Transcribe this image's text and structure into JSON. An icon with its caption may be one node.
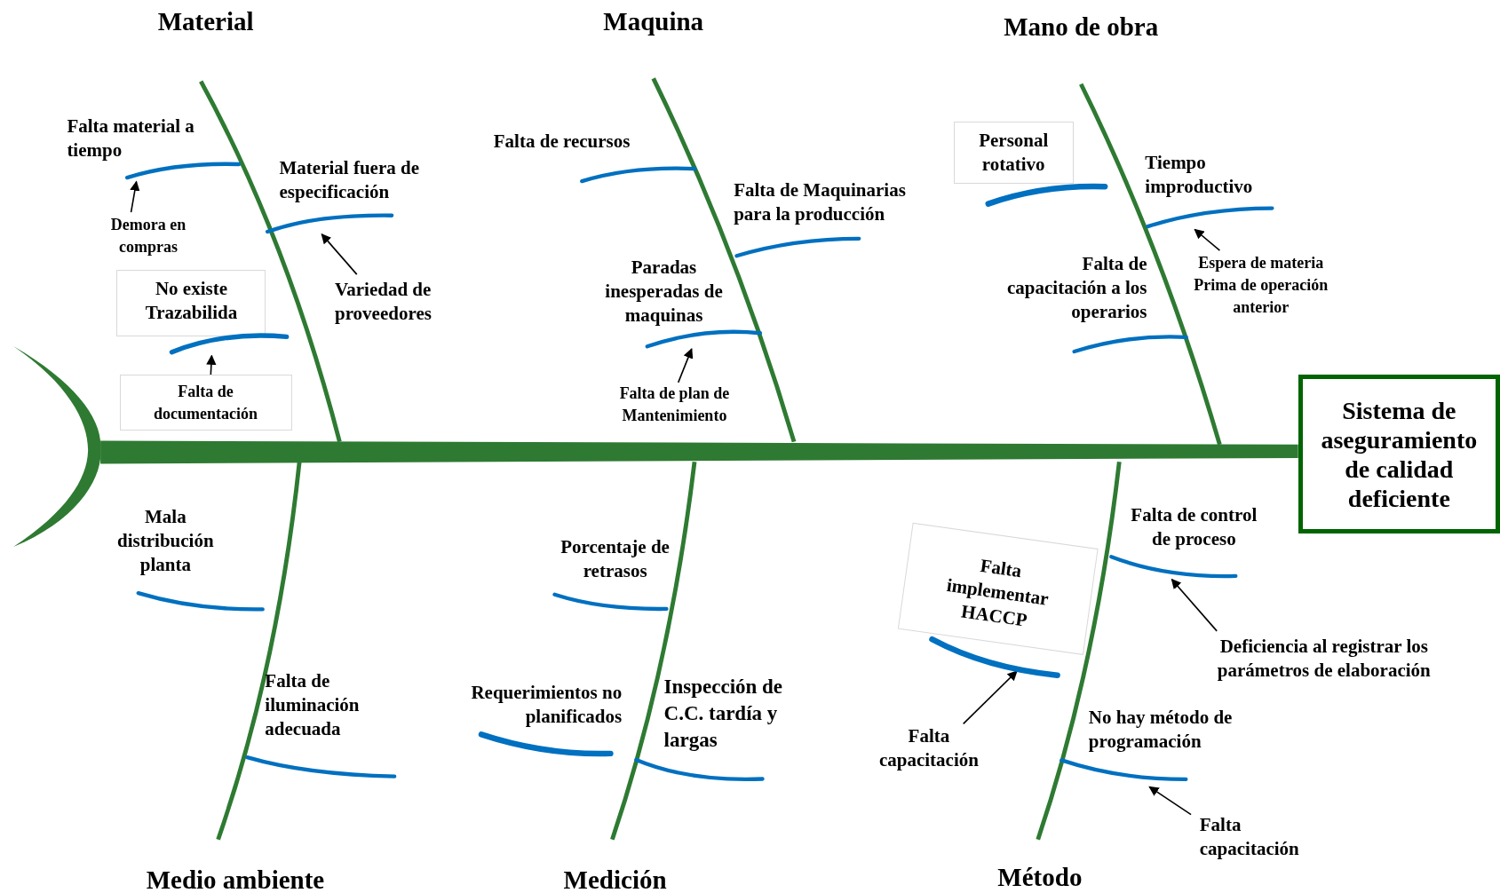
{
  "diagram": {
    "nodes": [
      {
        "text": [
          "Sistema de aseguramiento de calidad deficiente"
        ]
      },
      {
        "text": [
          "Falta material a tiempo"
        ]
      },
      {
        "text": [
          "Demora en compras"
        ]
      },
      {
        "text": [
          "Material fuera de especificación"
        ]
      },
      {
        "text": [
          "Variedad de proveedores"
        ]
      },
      {
        "text": [
          "No existe Trazabilida"
        ]
      },
      {
        "text": [
          "Falta de documentación"
        ]
      },
      {
        "text": [
          "Falta de recursos"
        ]
      },
      {
        "text": [
          "Falta de Maquinarias para la producción"
        ]
      },
      {
        "text": [
          "Paradas inesperadas de maquinas"
        ]
      },
      {
        "text": [
          "Falta de plan de Mantenimiento"
        ]
      },
      {
        "text": [
          "Personal rotativo"
        ]
      },
      {
        "text": [
          "Tiempo improductivo"
        ]
      },
      {
        "text": [
          "Espera de materia Prima de operación anterior"
        ]
      },
      {
        "text": [
          "Falta de capacitación a los operarios"
        ]
      },
      {
        "text": [
          "Mala distribución planta"
        ]
      },
      {
        "text": [
          "Falta de iluminación adecuada"
        ]
      },
      {
        "text": [
          "Porcentaje de retrasos"
        ]
      },
      {
        "text": [
          "Requerimientos no planificados"
        ]
      },
      {
        "text": [
          "Inspección de C.C. tardía y largas"
        ]
      },
      {
        "text": [
          "Falta implementar HACCP"
        ]
      },
      {
        "text": [
          "Falta capacitación"
        ]
      },
      {
        "text": [
          "Falta de control de proceso"
        ]
      },
      {
        "text": [
          "Deficiencia al registrar los parámetros de elaboración"
        ]
      },
      {
        "text": [
          "No hay método de programación"
        ]
      },
      {
        "text": [
          "Falta capacitación"
        ]
      }
    ],
    "edges": [
      {
        "from": 2,
        "to": 1,
        "arrow": "to"
      },
      {
        "from": 4,
        "to": 3,
        "arrow": "to"
      },
      {
        "from": 6,
        "to": 5,
        "arrow": "to"
      },
      {
        "from": 10,
        "to": 9,
        "arrow": "to"
      },
      {
        "from": 13,
        "to": 12,
        "arrow": "to"
      },
      {
        "from": 21,
        "to": 20,
        "arrow": "to"
      },
      {
        "from": 23,
        "to": 22,
        "arrow": "to"
      },
      {
        "from": 25,
        "to": 24,
        "arrow": "to"
      }
    ],
    "labels": [
      "Material",
      "Maquina",
      "Mano de obra",
      "Medio ambiente",
      "Medición",
      "Método"
    ]
  }
}
